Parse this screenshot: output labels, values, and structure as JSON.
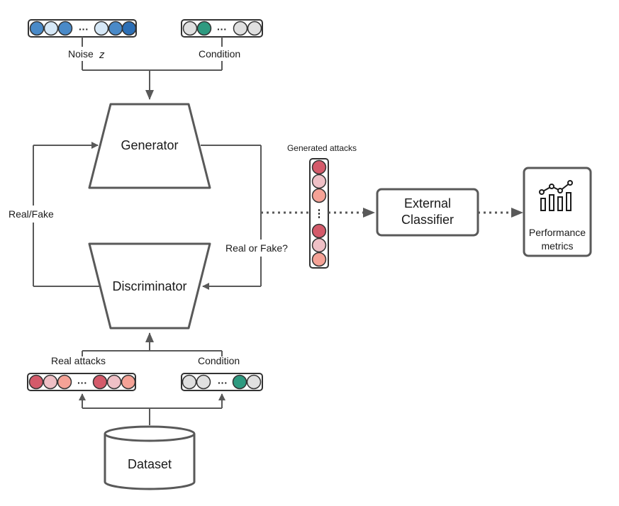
{
  "labels": {
    "noise": "Noise",
    "noise_var": "z",
    "condition_top": "Condition",
    "generator": "Generator",
    "discriminator": "Discriminator",
    "real_fake": "Real/Fake",
    "real_or_fake": "Real or Fake?",
    "generated_attacks": "Generated attacks",
    "external_classifier_1": "External",
    "external_classifier_2": "Classifier",
    "performance_1": "Performance",
    "performance_2": "metrics",
    "real_attacks": "Real attacks",
    "condition_bottom": "Condition",
    "dataset": "Dataset",
    "ellipsis": "···",
    "vellipsis": "⋮"
  },
  "colors": {
    "line": "#595959",
    "box_stroke": "#595959",
    "noise_fills": [
      "#4a8ac8",
      "#d6e8f7",
      "#4a8ac8",
      "#d6e8f7",
      "#4a8ac8",
      "#2c6fb6"
    ],
    "condition_top_fills": [
      "#e0e0e0",
      "#2e9a80",
      "#e0e0e0",
      "#e0e0e0"
    ],
    "real_attack_fills": [
      "#d45a6a",
      "#efc0c6",
      "#f5a296",
      "#d45a6a",
      "#efc0c6",
      "#f5a296"
    ],
    "condition_bottom_fills": [
      "#e0e0e0",
      "#e0e0e0",
      "#2e9a80",
      "#e0e0e0"
    ],
    "generated_fills": [
      "#d45a6a",
      "#efc0c6",
      "#f5a296",
      "#d45a6a",
      "#efc0c6",
      "#f5a296"
    ]
  }
}
